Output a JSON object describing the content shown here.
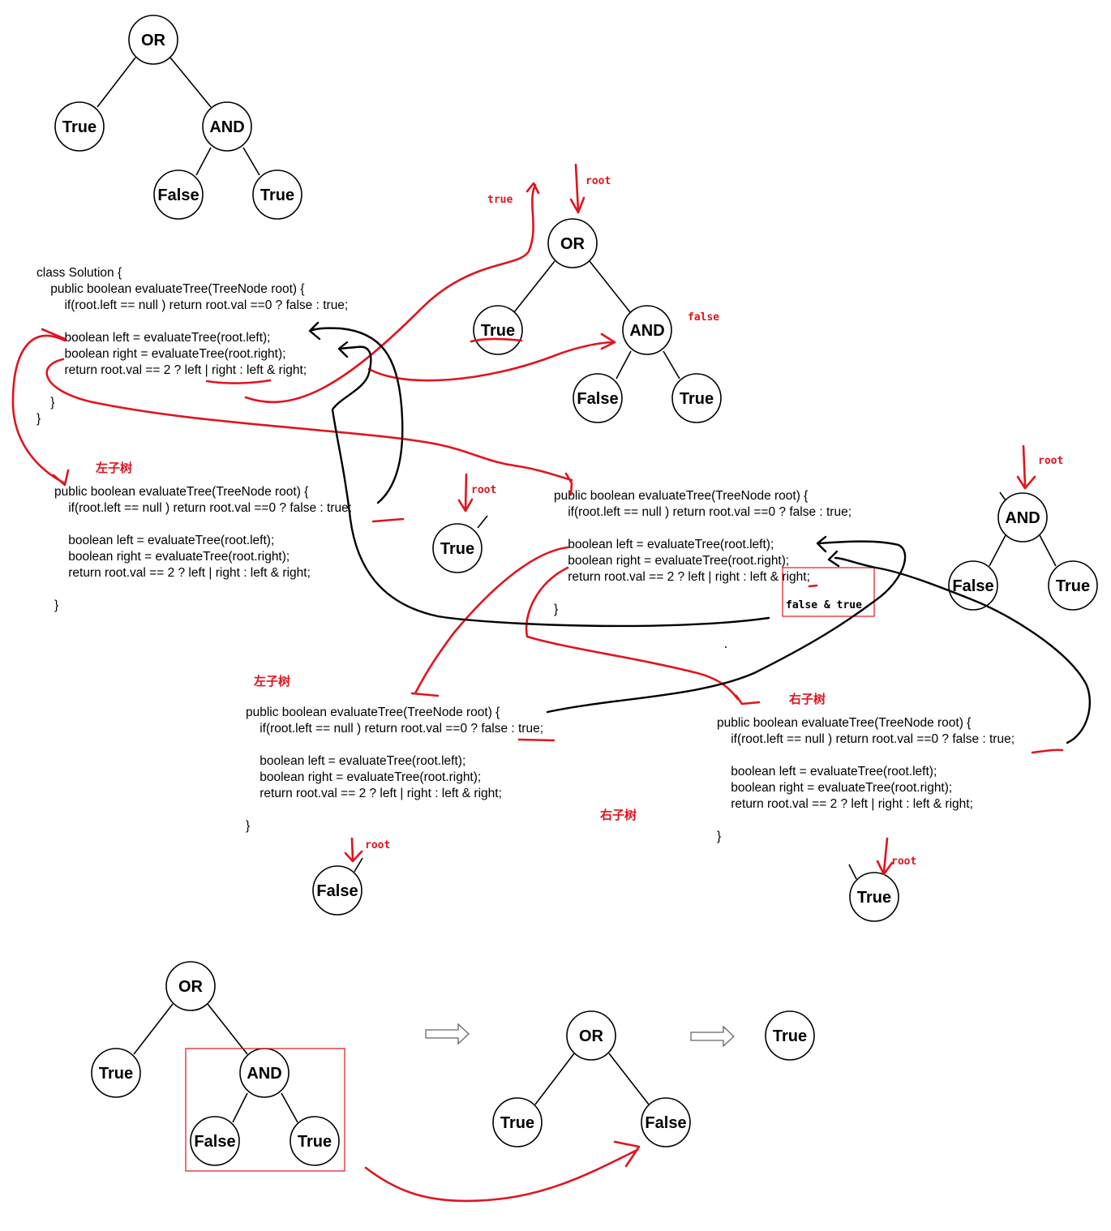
{
  "trees": {
    "t1": {
      "root": "OR",
      "root_left": "True",
      "root_right": "AND",
      "and_left": "False",
      "and_right": "True"
    },
    "t2": {
      "root": "OR",
      "root_left": "True",
      "root_right": "AND",
      "and_left": "False",
      "and_right": "True"
    },
    "single_true_mid": "True",
    "t3": {
      "root": "AND",
      "left": "False",
      "right": "True"
    },
    "single_false": "False",
    "single_true_right": "True",
    "t4": {
      "root": "OR",
      "root_left": "True",
      "root_right": "AND",
      "and_left": "False",
      "and_right": "True"
    },
    "t5": {
      "root": "OR",
      "left": "True",
      "right": "False"
    },
    "final": "True"
  },
  "code_main": [
    "class Solution {",
    "    public boolean evaluateTree(TreeNode root) {",
    "        if(root.left == null ) return root.val ==0 ? false : true;",
    "",
    "        boolean left = evaluateTree(root.left);",
    "        boolean right = evaluateTree(root.right);",
    "        return root.val == 2 ? left | right : left & right;",
    "",
    "    }",
    "}"
  ],
  "code_left_subtree": [
    "public boolean evaluateTree(TreeNode root) {",
    "    if(root.left == null ) return root.val ==0 ? false : true;",
    "",
    "    boolean left = evaluateTree(root.left);",
    "    boolean right = evaluateTree(root.right);",
    "    return root.val == 2 ? left | right : left & right;",
    "",
    "}"
  ],
  "code_right_subtree": [
    "public boolean evaluateTree(TreeNode root) {",
    "    if(root.left == null ) return root.val ==0 ? false : true;",
    "",
    "    boolean left = evaluateTree(root.left);",
    "    boolean right = evaluateTree(root.right);",
    "    return root.val == 2 ? left | right : left & right;",
    "",
    "}"
  ],
  "code_and_left": [
    "public boolean evaluateTree(TreeNode root) {",
    "    if(root.left == null ) return root.val ==0 ? false : true;",
    "",
    "    boolean left = evaluateTree(root.left);",
    "    boolean right = evaluateTree(root.right);",
    "    return root.val == 2 ? left | right : left & right;",
    "",
    "}"
  ],
  "code_and_right": [
    "public boolean evaluateTree(TreeNode root) {",
    "    if(root.left == null ) return root.val ==0 ? false : true;",
    "",
    "    boolean left = evaluateTree(root.left);",
    "    boolean right = evaluateTree(root.right);",
    "    return root.val == 2 ? left | right : left & right;",
    "",
    "}"
  ],
  "annotations": {
    "root": "root",
    "true": "true",
    "false": "false",
    "left_subtree": "左子树",
    "right_subtree": "右子树",
    "false_and_true": "false & true"
  },
  "colors": {
    "annotation": "#e0141e",
    "ink": "#000000"
  }
}
